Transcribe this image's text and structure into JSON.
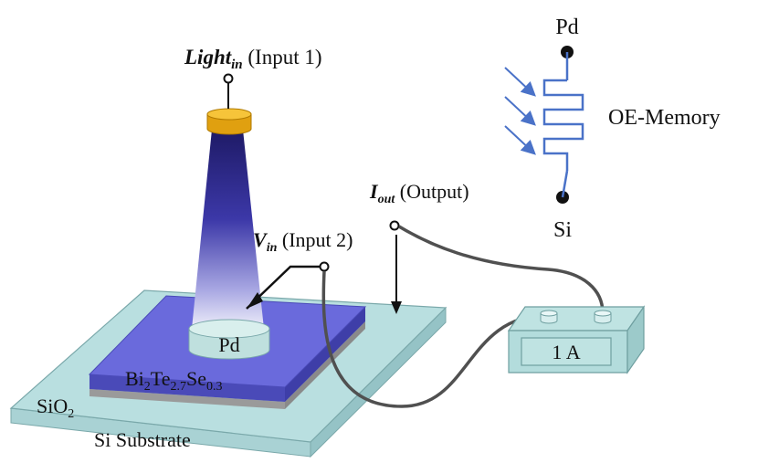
{
  "labels": {
    "light_main": "Light",
    "light_sub": "in",
    "light_rest": " (Input 1)",
    "vin_main": "V",
    "vin_sub": "in",
    "vin_rest": " (Input 2)",
    "iout_main": "I",
    "iout_sub": "out",
    "iout_rest": " (Output)",
    "pd_electrode": "Pd",
    "film_bi": "Bi",
    "film_bi_sub": "2",
    "film_te": "Te",
    "film_te_sub": "2.7",
    "film_se": "Se",
    "film_se_sub": "0.3",
    "sio2": "SiO",
    "sio2_sub": "2",
    "si_substrate": "Si Substrate",
    "ammeter": "1 A",
    "symbol_top": "Pd",
    "symbol_bottom": "Si",
    "symbol_name": "OE-Memory"
  },
  "colors": {
    "substrate": "#b9dfe0",
    "sio2": "#9a9a9a",
    "film": "#5a5ad0",
    "electrode": "#cfe8e6",
    "light_cap": "#f2b21e",
    "beam_top": "#1e1a66",
    "wire": "#555555",
    "memory_symbol": "#4a72c8"
  }
}
